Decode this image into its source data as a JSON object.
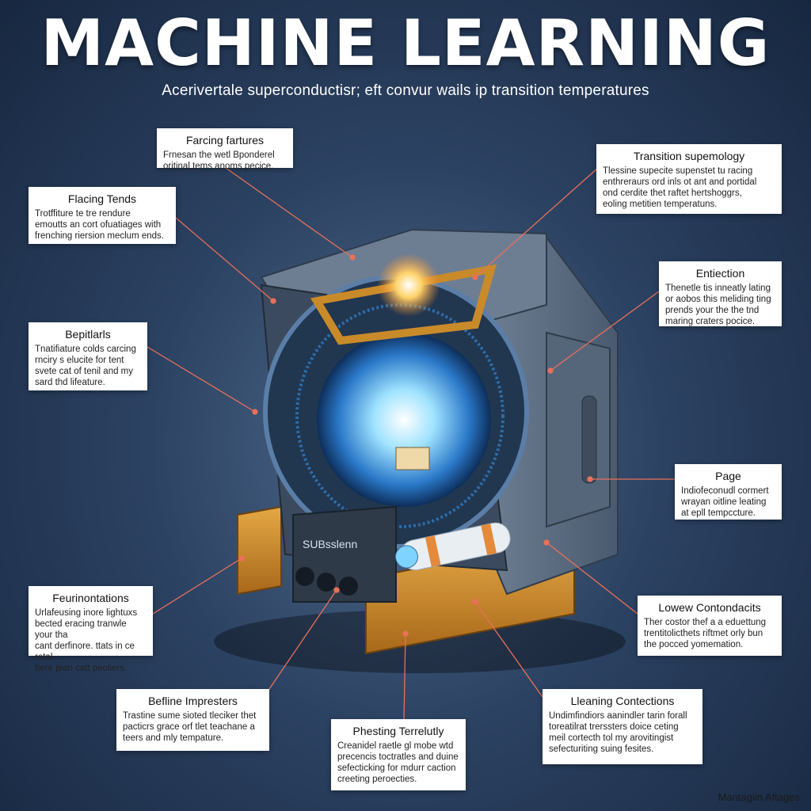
{
  "header": {
    "title": "MACHINE LEARNING",
    "subtitle": "Acerivertale superconductisr; eft convur wails ip transition temperatures"
  },
  "callouts": {
    "facing_features": {
      "title": "Farcing fartures",
      "body": "Frnesan the wetl Bponderel\noritinal tems anoms pecice."
    },
    "flacing_tends": {
      "title": "Flacing Tends",
      "body": "Trotffiture te tre rendure\nemoutts an cort ofuatiages with\nfrenching riersion meclum ends."
    },
    "bepitlarls": {
      "title": "Bepitlarls",
      "body": "Tnatifiature colds carcing\nrnciry s elucite for tent\nsvete cat of tenil and my\nsard thd lifeature."
    },
    "feurinontations": {
      "title": "Feurinontations",
      "body": "Urlafeusing inore lightuxs\nbected eracing tranwle your tha\ncant derfinore. ttats in ce retal\nhere pian catt peoliers."
    },
    "befline_impresters": {
      "title": "Befline Impresters",
      "body": "Trastine sume sioted tleciker thet\npacticrs grace orf tlet teachane a\nteers and mly tempature."
    },
    "phesting_terrelity": {
      "title": "Phesting Terrelutly",
      "body": "Creanidel raetle gl mobe wtd\nprecencis toctratles and duine\nsefecticking for mdurr caction\ncreeting peroecties."
    },
    "transition_supemology": {
      "title": "Transition supemology",
      "body": "Tlessine supecite supenstet tu racing\nenthreraurs ord inls ot ant and portidal\nond cerdite thet raftet hertshoggrs,\neoling metitien temperatuns."
    },
    "entiection": {
      "title": "Entiection",
      "body": "Thenetle tis inneatly lating\nor aobos this meliding ting\nprends your the the tnd\nmaring craters pocice."
    },
    "page": {
      "title": "Page",
      "body": "Indiofeconudl cormert\nwrayan oitline leating\nat epll tempccture."
    },
    "lowew_contondacits": {
      "title": "Lowew Contondacits",
      "body": "Ther costor thef a a eduettung\ntrentitolicthets riftmet orly bun\nthe pocced yomemation."
    },
    "leaning_contections": {
      "title": "Lleaning Contections",
      "body": "Undimfindiors aanindler tarin forall\ntoreatilrat trerssters doice ceting\nmeil cortecth tol my arovitingist\nsefecturiting suing fesites."
    }
  },
  "machine": {
    "plate_label": "SUBsslenn"
  },
  "footer": {
    "credit": "Mantagiin Aftages"
  },
  "colors": {
    "background_center": "#4f6a8c",
    "background_edge": "#172740",
    "leader_line": "#e8705a",
    "housing": "#5f7186",
    "copper": "#c98a2a",
    "glow": "#7fd3ff"
  }
}
